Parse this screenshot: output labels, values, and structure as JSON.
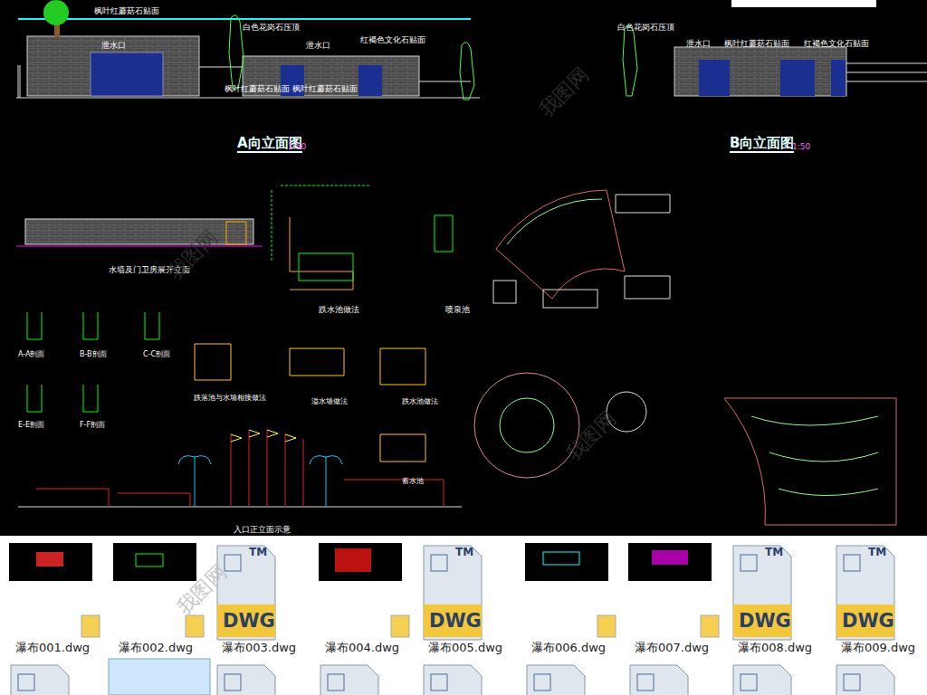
{
  "diagram": {
    "nodes": [
      {
        "text": [
          "瀑布001.dwg"
        ]
      },
      {
        "text": [
          "瀑布002.dwg"
        ]
      },
      {
        "text": [
          "瀑布003.dwg"
        ]
      },
      {
        "text": [
          "瀑布004.dwg"
        ]
      },
      {
        "text": [
          "瀑布005.dwg"
        ]
      },
      {
        "text": [
          "瀑布006.dwg"
        ]
      },
      {
        "text": [
          "瀑布007.dwg"
        ]
      },
      {
        "text": [
          "瀑布008.dwg"
        ]
      },
      {
        "text": [
          "瀑布009.dwg"
        ]
      }
    ],
    "edges": [],
    "labels": [
      "A向立面图",
      "1:50",
      "B向立面图",
      "1:50",
      "枫叶红蘑菇石贴面",
      "白色花岗石压顶",
      "红褐色文化石贴面",
      "泄水口",
      "泄水口",
      "白色花岗石压顶",
      "泄水口",
      "枫叶红蘑菇石贴面",
      "红褐色文化石贴面",
      "枫叶红蘑菇石贴面 枫叶红蘑菇石贴面",
      "水墙及门卫房展开立面",
      "跌水池做法",
      "喷泉池",
      "A-A剖面",
      "B-B剖面",
      "C-C剖面",
      "E-E剖面",
      "F-F剖面",
      "跌落池与水墙相接做法",
      "溢水墙做法",
      "跌水池做法",
      "蓄水池",
      "入口正立面示意",
      "DWG",
      "DWG",
      "DWG",
      "DWG",
      "TM",
      "TM",
      "TM",
      "TM",
      "我图网",
      "我图网",
      "我图网",
      "我图网"
    ]
  }
}
